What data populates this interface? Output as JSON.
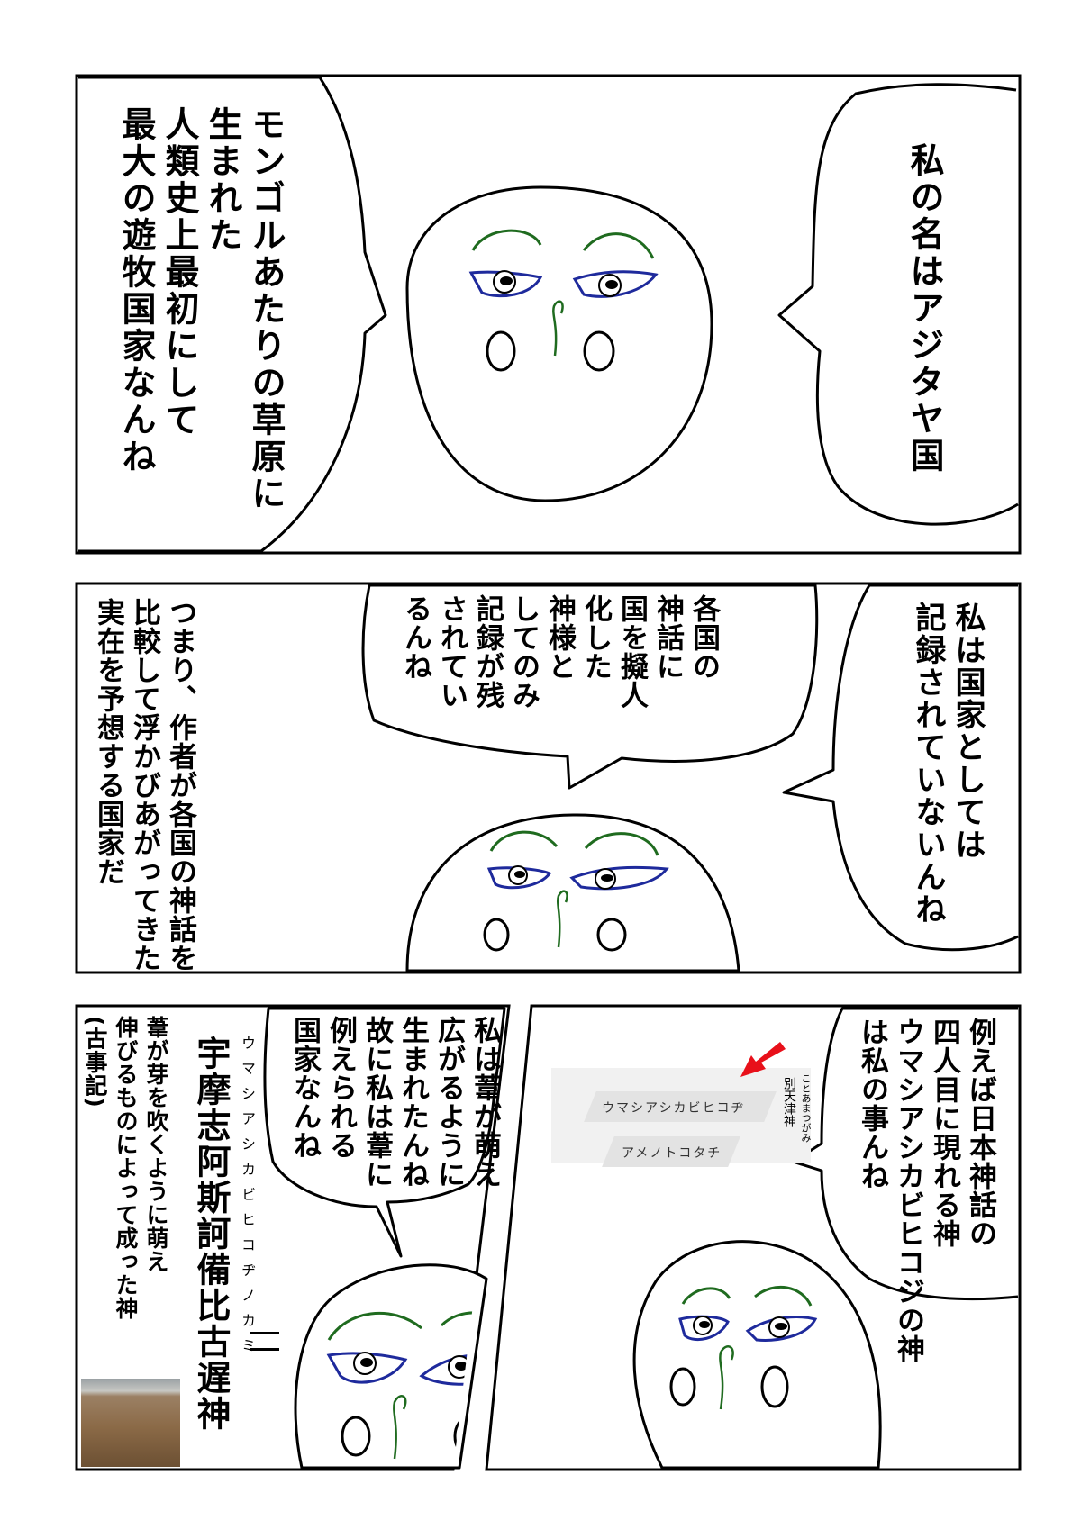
{
  "panel1": {
    "right_bubble": "私の名はアジタヤ国",
    "left_bubble": "モンゴルあたりの草原に\n生まれた\n人類史上最初にして\n最大の遊牧国家なんね"
  },
  "panel2": {
    "right_bubble": "私は国家としては\n記録されていないんね",
    "center_bubble": "各国の\n神話に\n国を擬人\n化した\n神様と\nしてのみ\n記録が残\nされてい\nるんね",
    "narration": "つまり、作者が各国の神話を\n比較して浮かびあがってきた\n実在を予想する国家だ"
  },
  "panel3": {
    "bubble": "私は葦が萌え\n広がるように\n生まれたんね\n故に私は葦に\n例えられる\n国家なんね",
    "ruby": "ウマシアシカビヒコヂノカミ",
    "god_name": "宇摩志阿斯訶備比古遅神",
    "description": "葦が芽を吹くように萌え\n伸びるものによって成った神\n(古事記)",
    "reaction": "ニ"
  },
  "panel4": {
    "bubble": "例えば日本神話の\n四人目に現れる神\nウマシアシカビヒコジの神\nは私の事んね",
    "inset": {
      "name1": "ウマシアシカビヒコヂ",
      "name2": "アメノトコタチ",
      "vertical_ruby": "ことあまつがみ",
      "vertical_label": "別天津神"
    }
  },
  "colors": {
    "brow": "#1f6b1f",
    "eye_outline": "#1e2a9c",
    "nose": "#1f6b1f",
    "arrow": "#e8101a"
  }
}
